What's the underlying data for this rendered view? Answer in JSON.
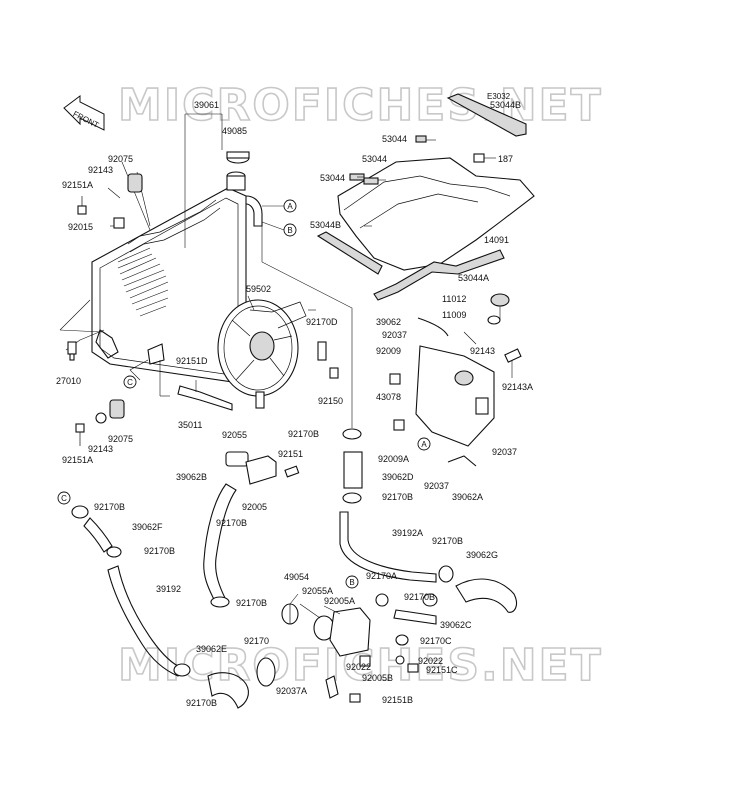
{
  "watermark": {
    "text": "MICROFICHES.NET"
  },
  "figure_code": "E3032",
  "front_marker": "FRONT",
  "callouts": {
    "A": "A",
    "B": "B",
    "C": "C"
  },
  "labels": {
    "p39061": "39061",
    "p49085": "49085",
    "p92075_top": "92075",
    "p92143_top": "92143",
    "p92151A_top": "92151A",
    "p92015": "92015",
    "p27010": "27010",
    "p53044_a": "53044",
    "p53044_b": "53044",
    "p53044_c": "53044",
    "p53044B_top": "53044B",
    "p53044B_left": "53044B",
    "p53044A": "53044A",
    "p187": "187",
    "p14091": "14091",
    "p59502": "59502",
    "p92170D": "92170D",
    "p92151D": "92151D",
    "p92150": "92150",
    "p35011": "35011",
    "p92075_bot": "92075",
    "p92143_bot": "92143",
    "p92151A_bot": "92151A",
    "p92170B_mid": "92170B",
    "p92055": "92055",
    "p92151": "92151",
    "p39062B": "39062B",
    "p92005": "92005",
    "p92170B_a": "92170B",
    "p39062D": "39062D",
    "p92170B_b": "92170B",
    "p11012": "11012",
    "p11009": "11009",
    "p39062": "39062",
    "p92037": "92037",
    "p92009": "92009",
    "p92143_tank": "92143",
    "p92143A": "92143A",
    "p43078": "43078",
    "p92009A": "92009A",
    "p92037_r": "92037",
    "p92037_b": "92037",
    "p39062A": "39062A",
    "p92170B_c": "92170B",
    "p39062F": "39062F",
    "p92170B_d": "92170B",
    "p39192": "39192",
    "p92170B_e": "92170B",
    "p39192A": "39192A",
    "p92170B_f": "92170B",
    "p39062G": "39062G",
    "p49054": "49054",
    "p92055A": "92055A",
    "p92005A": "92005A",
    "p92170A": "92170A",
    "p92170B_g": "92170B",
    "p39062C": "39062C",
    "p92170C": "92170C",
    "p92170": "92170",
    "p39062E": "39062E",
    "p92022_a": "92022",
    "p92022_b": "92022",
    "p92005B": "92005B",
    "p92151C": "92151C",
    "p92037A": "92037A",
    "p92151B": "92151B",
    "p92170B_h": "92170B"
  }
}
